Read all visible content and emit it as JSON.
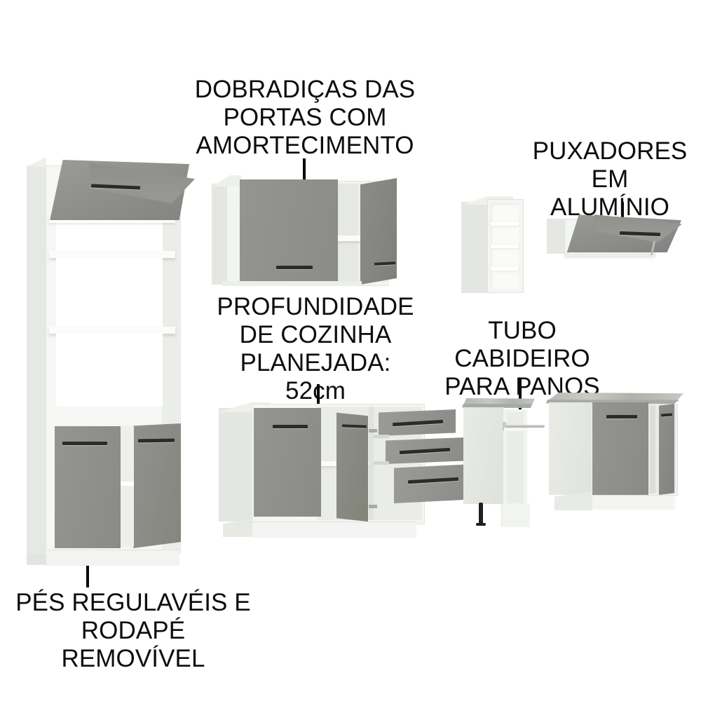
{
  "diagram": {
    "type": "product-feature-callout",
    "subject": "Armário de cozinha modular",
    "background_color": "#ffffff",
    "palette": {
      "door_gray": "#8f908c",
      "door_gray_light": "#9a9b97",
      "door_gray_dark": "#7e7f7b",
      "carcass_white": "#f4f5f2",
      "carcass_side": "#e2e4df",
      "carcass_shade": "#d5d7d2",
      "handle_dark": "#2b2b2b",
      "countertop_stone": "#b9bcb8",
      "leader_line": "#0a0a0a",
      "text": "#0d0d0d"
    },
    "callouts": [
      {
        "id": "hinges",
        "text": "DOBRADIÇAS DAS\nPORTAS COM\nAMORTECIMENTO",
        "points_to": "wall-cabinet-two-doors"
      },
      {
        "id": "handles",
        "text": "PUXADORES EM\nALUMÍNIO",
        "points_to": "wall-cabinet-flip-up"
      },
      {
        "id": "depth",
        "text": "PROFUNDIDADE\nDE COZINHA\nPLANEJADA: 52cm",
        "points_to": "base-cabinet-doors-drawers",
        "value": "52cm"
      },
      {
        "id": "towel-rail",
        "text": "TUBO CABIDEIRO\nPARA PANOS",
        "points_to": "base-cabinet-towel-rail"
      },
      {
        "id": "feet",
        "text": "PÉS REGULAVÉIS E\nRODAPÉ REMOVÍVEL",
        "points_to": "tall-pantry-cabinet"
      }
    ],
    "pieces": [
      {
        "id": "tall-pantry-cabinet",
        "name": "Torre quente / paneleiro",
        "features": [
          "porta basculante superior",
          "nichos abertos",
          "2 portas inferiores",
          "rodapé removível"
        ]
      },
      {
        "id": "wall-cabinet-two-doors",
        "name": "Armário aéreo 2 portas",
        "features": [
          "porta esquerda fechada",
          "porta direita aberta",
          "prateleira interna"
        ]
      },
      {
        "id": "open-shelf-unit",
        "name": "Nicho aéreo",
        "features": [
          "4 nichos abertos"
        ]
      },
      {
        "id": "wall-cabinet-flip-up",
        "name": "Aéreo basculante",
        "features": [
          "porta basculante",
          "puxador de alumínio"
        ]
      },
      {
        "id": "base-cabinet-doors-drawers",
        "name": "Balcão 2 portas 3 gavetas",
        "features": [
          "porta fechada",
          "porta aberta",
          "3 gavetas deslizantes",
          "rodapé"
        ]
      },
      {
        "id": "base-cabinet-towel-rail",
        "name": "Balcão com cabideiro",
        "features": [
          "tampo de granito",
          "tubo cabideiro",
          "pé regulável"
        ]
      },
      {
        "id": "base-cabinet-two-doors",
        "name": "Balcão 2 portas",
        "features": [
          "tampo de granito",
          "porta fechada",
          "porta aberta",
          "rodapé"
        ]
      }
    ]
  }
}
